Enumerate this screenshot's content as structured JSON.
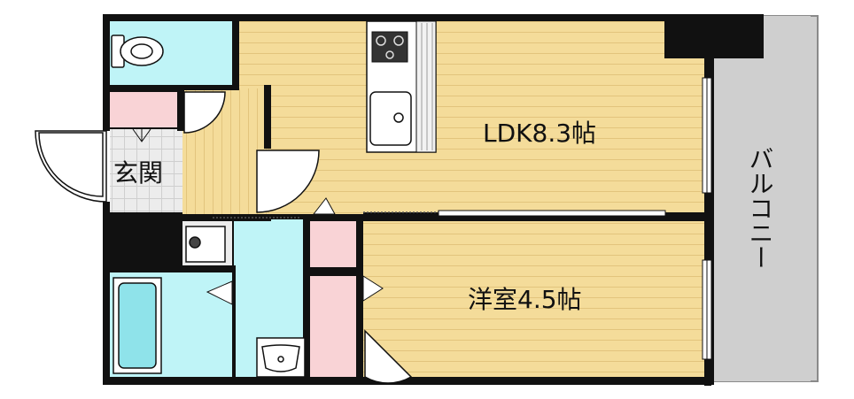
{
  "floorplan": {
    "rooms": {
      "ldk": "LDK8.3帖",
      "western": "洋室4.5帖",
      "entrance": "玄関",
      "balcony": "バルコニー"
    },
    "colors": {
      "floor_wood": "#f4dc9a",
      "floor_wood_line": "#e2c47d",
      "wet_area": "#bff4f7",
      "closet": "#f9d3d6",
      "balcony": "#cfcfcf",
      "wall": "#111111",
      "entrance_tile": "#e6e6e6"
    },
    "icons": [
      "toilet-icon",
      "stove-icon",
      "kitchen-sink-icon",
      "bathtub-icon",
      "washbasin-icon",
      "washing-machine-pan-icon"
    ]
  }
}
